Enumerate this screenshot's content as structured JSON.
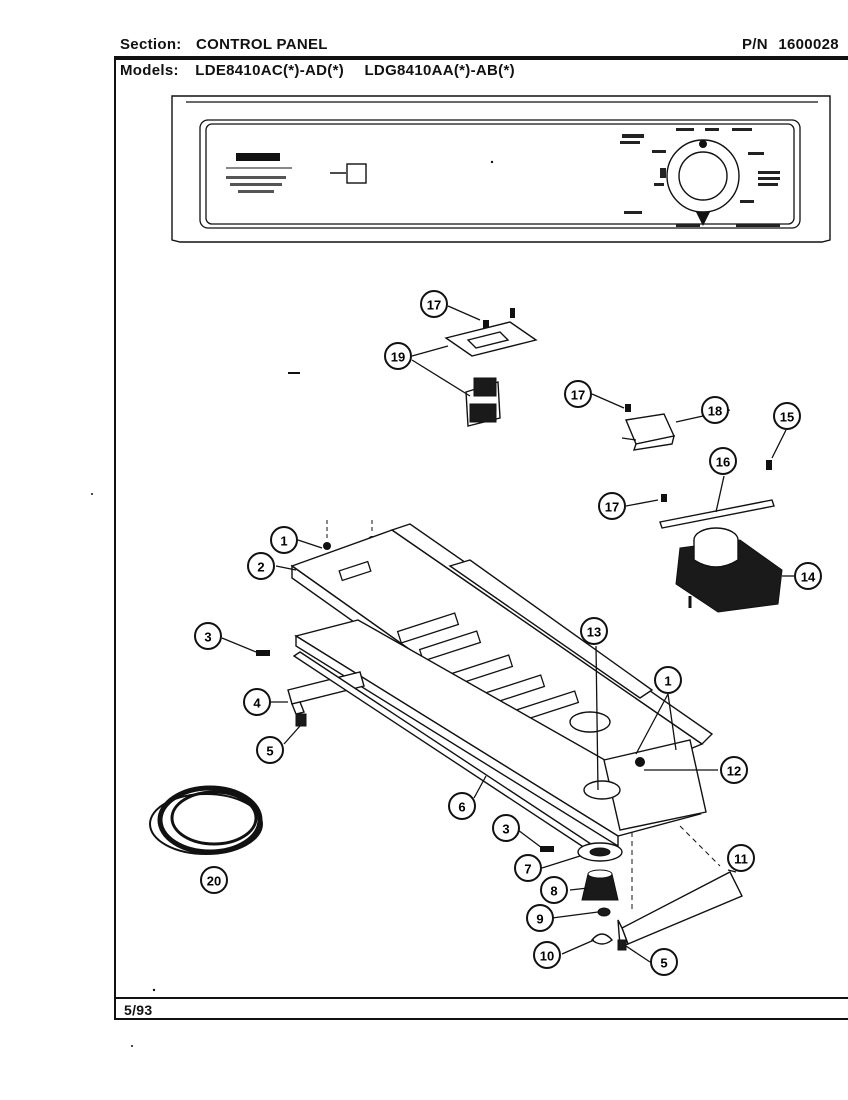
{
  "header": {
    "section_label": "Section:",
    "section_value": "CONTROL PANEL",
    "pn_label": "P/N",
    "pn_value": "1600028",
    "models_label": "Models:",
    "models_value_1": "LDE8410AC(*)-AD(*)",
    "models_value_2": "LDG8410AA(*)-AB(*)"
  },
  "footer": {
    "date": "5/93"
  },
  "callouts": [
    "1",
    "2",
    "3",
    "4",
    "5",
    "6",
    "7",
    "8",
    "9",
    "10",
    "11",
    "12",
    "13",
    "14",
    "15",
    "16",
    "17",
    "18",
    "19",
    "20"
  ]
}
